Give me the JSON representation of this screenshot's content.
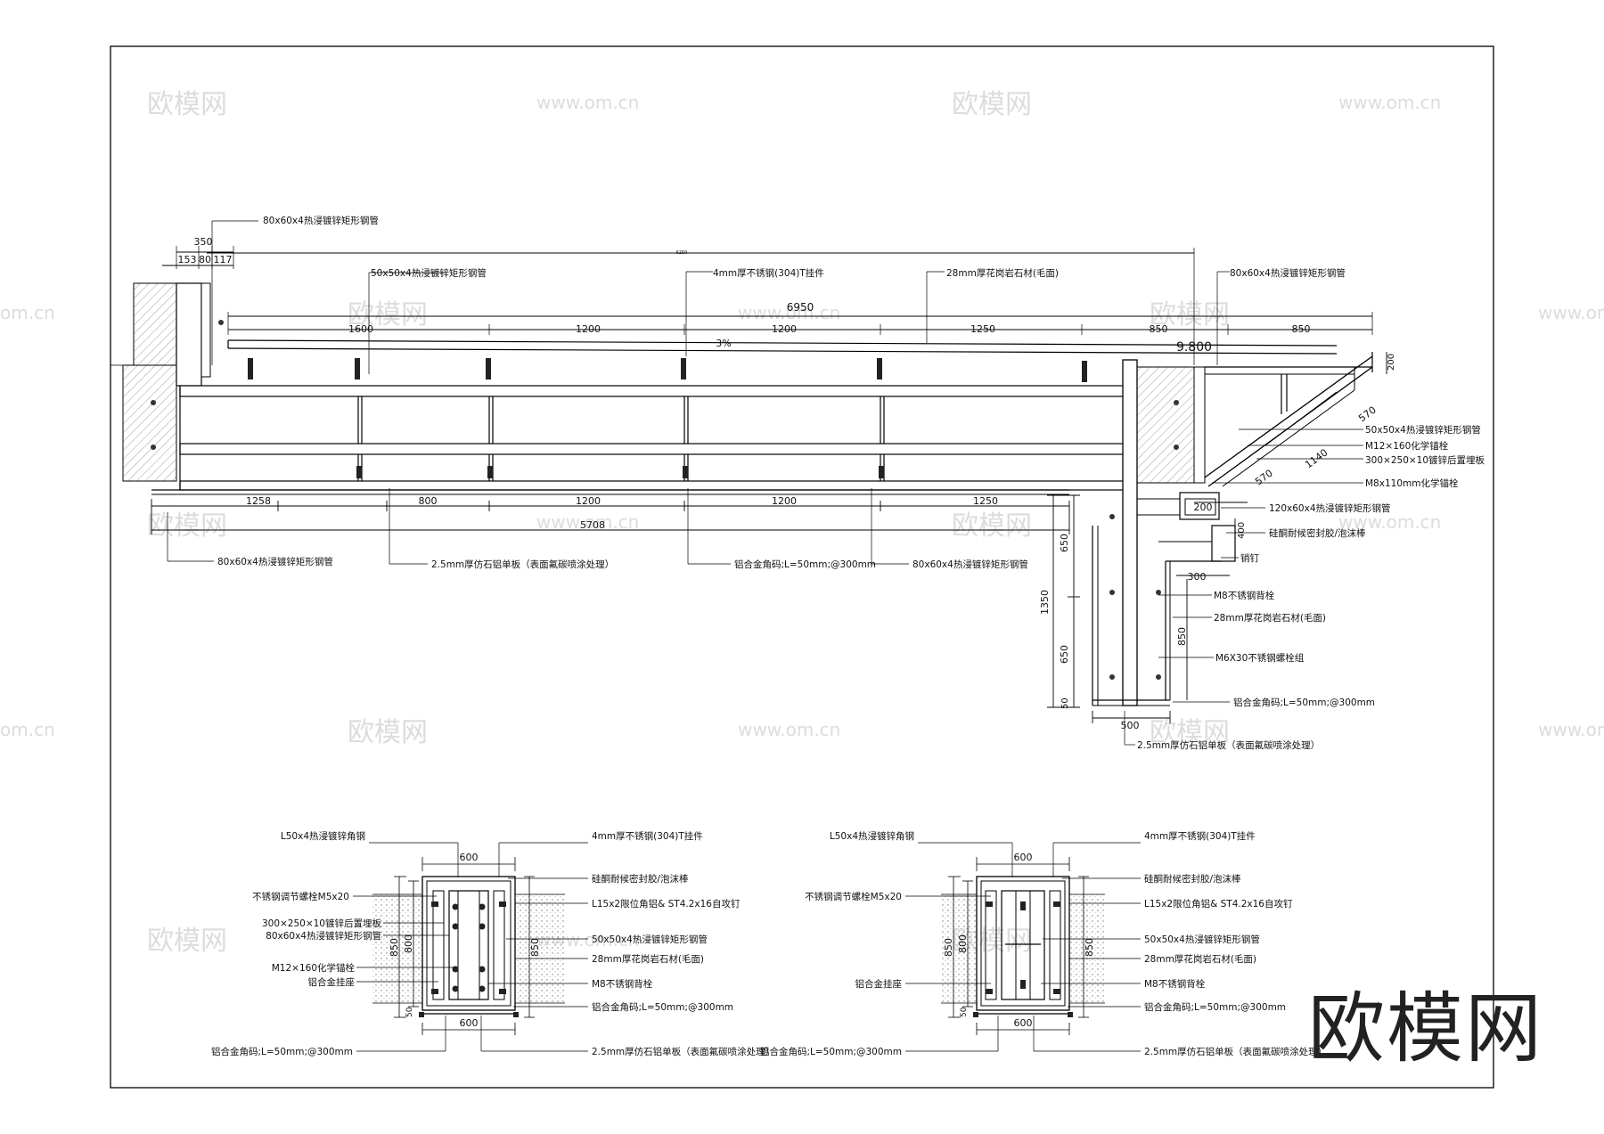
{
  "watermarks": {
    "brand": "欧模网",
    "site": "www.om.cn",
    "site_cut": "om.cn",
    "site_tail": ".cn"
  },
  "logo": "欧模网",
  "main_section": {
    "top_dims": {
      "overall_small": "6250",
      "d350": "350",
      "d153": "153",
      "d80": "80",
      "d117": "117",
      "total": "6950",
      "spans": [
        "1600",
        "1200",
        "1200",
        "1250",
        "850",
        "850"
      ]
    },
    "slope": "3%",
    "elevation": "9.800",
    "bottom_dims": {
      "spans": [
        "1258",
        "800",
        "1200",
        "1200",
        "1250"
      ],
      "total": "5708"
    },
    "right_dims": {
      "d200": "200",
      "d570a": "570",
      "d570b": "570",
      "d1140": "1140",
      "d200b": "200",
      "d400": "400",
      "d300": "300",
      "d650a": "650",
      "d1350": "1350",
      "d650b": "650",
      "d850": "850",
      "d50": "50",
      "d500": "500"
    },
    "labels": {
      "tube80_top": "80x60x4热浸镀锌矩形钢管",
      "tube50_top": "50x50x4热浸镀锌矩形钢管",
      "t_hanger": "4mm厚不锈钢(304)T挂件",
      "granite_top": "28mm厚花岗岩石材(毛面)",
      "tube80_right": "80x60x4热浸镀锌矩形钢管",
      "tube50_right": "50x50x4热浸镀锌矩形钢管",
      "m12": "M12×160化学锚栓",
      "plate300": "300×250×10镀锌后置埋板",
      "m8_110": "M8x110mm化学锚栓",
      "tube120": "120x60x4热浸镀锌矩形钢管",
      "sealant": "硅酮耐候密封胶/泡沫棒",
      "pin": "销钉",
      "m8_back": "M8不锈钢背栓",
      "granite_right": "28mm厚花岗岩石材(毛面)",
      "m6": "M6X30不锈钢螺栓组",
      "al_angle_right": "铝合金角码;L=50mm;@300mm",
      "al_panel_right": "2.5mm厚仿石铝单板（表面氟碳喷涂处理）",
      "tube80_bottom_left": "80x60x4热浸镀锌矩形钢管",
      "al_panel_bottom": "2.5mm厚仿石铝单板（表面氟碳喷涂处理）",
      "al_angle_bottom": "铝合金角码;L=50mm;@300mm",
      "tube80_bottom_right": "80x60x4热浸镀锌矩形钢管"
    }
  },
  "detail_left": {
    "dims": {
      "top": "600",
      "bottom": "600",
      "h850": "850",
      "h800": "800",
      "h850r": "850",
      "h50": "50"
    },
    "labels_left": [
      "L50x4热浸镀锌角钢",
      "不锈钢调节螺栓M5x20",
      "300×250×10镀锌后置埋板",
      "80x60x4热浸镀锌矩形钢管",
      "M12×160化学锚栓",
      "铝合金挂座",
      "铝合金角码;L=50mm;@300mm"
    ],
    "labels_right": [
      "4mm厚不锈钢(304)T挂件",
      "硅酮耐候密封胶/泡沫棒",
      "L15x2限位角铝& ST4.2x16自攻钉",
      "50x50x4热浸镀锌矩形钢管",
      "28mm厚花岗岩石材(毛面)",
      "M8不锈钢背栓",
      "铝合金角码;L=50mm;@300mm",
      "2.5mm厚仿石铝单板（表面氟碳喷涂处理）"
    ]
  },
  "detail_right": {
    "dims": {
      "top": "600",
      "bottom": "600",
      "h850": "850",
      "h800": "800",
      "h850r": "850",
      "h50": "50"
    },
    "labels_left": [
      "L50x4热浸镀锌角钢",
      "不锈钢调节螺栓M5x20",
      "铝合金挂座",
      "铝合金角码;L=50mm;@300mm"
    ],
    "labels_right": [
      "4mm厚不锈钢(304)T挂件",
      "硅酮耐候密封胶/泡沫棒",
      "L15x2限位角铝& ST4.2x16自攻钉",
      "50x50x4热浸镀锌矩形钢管",
      "28mm厚花岗岩石材(毛面)",
      "M8不锈钢背栓",
      "铝合金角码;L=50mm;@300mm",
      "2.5mm厚仿石铝单板（表面氟碳喷涂处理）"
    ]
  }
}
